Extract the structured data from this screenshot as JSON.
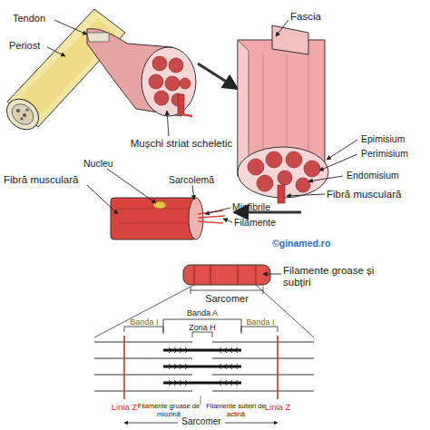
{
  "diagram": {
    "labels": [
      "Tendon",
      "Periost",
      "Mușchi striat scheletic",
      "Fascia",
      "Epimisium",
      "Perimisium",
      "Endomisium",
      "Fibră musculară",
      "Fibră musculară",
      "Nucleu",
      "Sarcolemă",
      "Miofibrile",
      "Filamente",
      "©ginamed.ro",
      "Filamente groase și subțiri",
      "Sarcomer",
      "Banda A",
      "Zona H",
      "Banda I",
      "Banda I",
      "Linia Z",
      "Filamente groase de miozină",
      "Filamente subțiri de actină",
      "Linia Z",
      "Sarcomer"
    ]
  }
}
